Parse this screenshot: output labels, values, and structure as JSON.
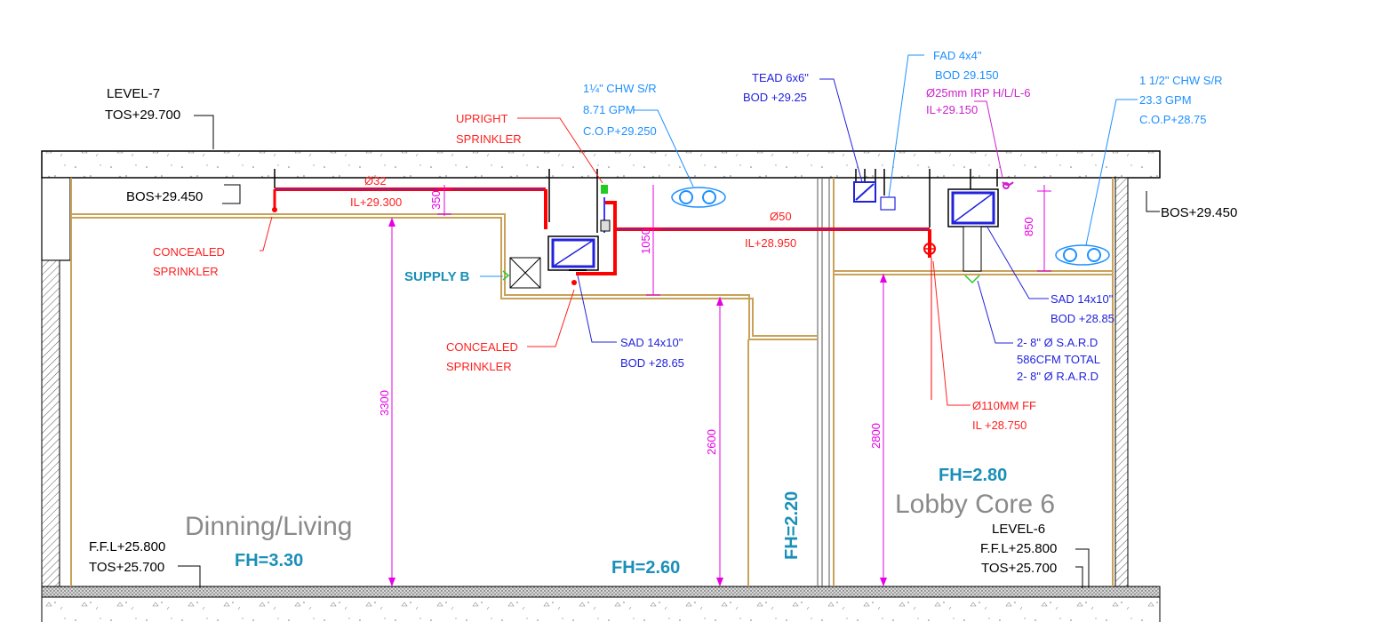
{
  "colors": {
    "structure": "#000000",
    "ceiling": "#c9a25a",
    "pipe": "#ff0000",
    "pipe_inner": "#3b3bff",
    "dim": "#e600e6",
    "fh": "#1a8fb8",
    "chw": "#1e90ff",
    "sprinkler": "#ff2020",
    "duct": "#2222dd"
  },
  "labels": {
    "level7": "LEVEL-7",
    "tos_top": "TOS+29.700",
    "bos_left": "BOS+29.450",
    "bos_right": "BOS+29.450",
    "concealed_1a": "CONCEALED",
    "concealed_1b": "SPRINKLER",
    "upright_a": "UPRIGHT",
    "upright_b": "SPRINKLER",
    "pipe_32": "Ø32",
    "il_29300": "IL+29.300",
    "chw1_a": "1¼\" CHW S/R",
    "chw1_b": "8.71 GPM",
    "chw1_c": "C.O.P+29.250",
    "tead_a": "TEAD 6x6\"",
    "tead_b": "BOD +29.25",
    "fad_a": "FAD 4x4\"",
    "fad_b": "BOD 29.150",
    "irp_a": "Ø25mm IRP H/L/L-6",
    "irp_b": "IL+29.150",
    "chw2_a": "1 1/2\" CHW S/R",
    "chw2_b": "23.3 GPM",
    "chw2_c": "C.O.P+28.75",
    "pipe_50": "Ø50",
    "il_28950": "IL+28.950",
    "supply_b": "SUPPLY B",
    "concealed_2a": "CONCEALED",
    "concealed_2b": "SPRINKLER",
    "sad1_a": "SAD 14x10\"",
    "sad1_b": "BOD +28.65",
    "sad2_a": "SAD 14x10\"",
    "sad2_b": "BOD +28.85",
    "sard_a": "2- 8\" Ø S.A.R.D",
    "sard_b": "586CFM TOTAL",
    "sard_c": "2- 8\" Ø R.A.R.D",
    "ff_a": "Ø110MM FF",
    "ff_b": "IL +28.750",
    "room1": "Dinning/Living",
    "room2": "Lobby Core 6",
    "fh330": "FH=3.30",
    "fh260": "FH=2.60",
    "fh220": "FH=2.20",
    "fh280": "FH=2.80",
    "ffl_left": "F.F.L+25.800",
    "tos_left": "TOS+25.700",
    "level6": "LEVEL-6",
    "ffl_right": "F.F.L+25.800",
    "tos_right": "TOS+25.700"
  },
  "dims": {
    "d350": "350",
    "d1050": "1050",
    "d850": "850",
    "d3300": "3300",
    "d2600": "2600",
    "d2800": "2800"
  }
}
